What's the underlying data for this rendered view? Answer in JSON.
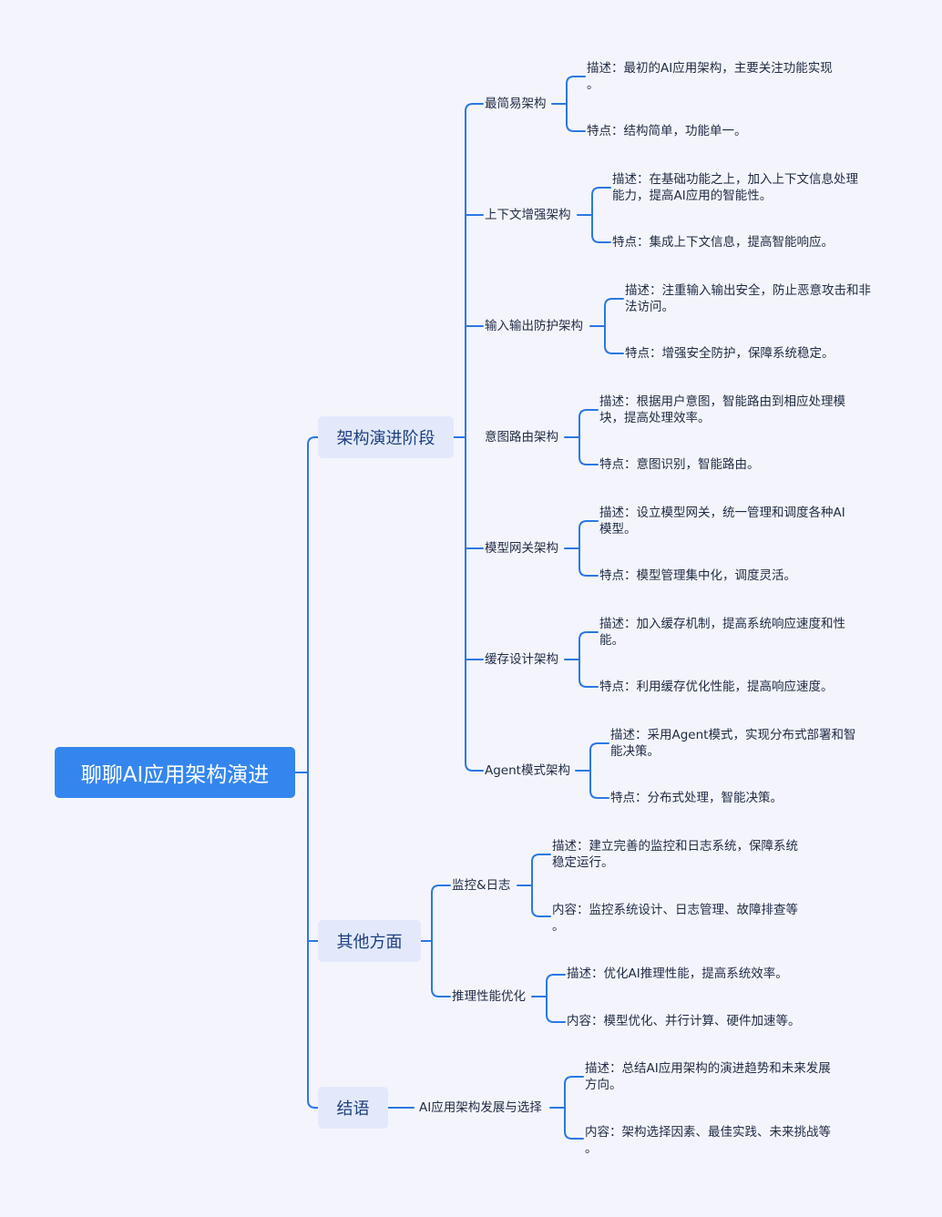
{
  "root": "聊聊AI应用架构演进",
  "branches": [
    {
      "label": "架构演进阶段",
      "children": [
        {
          "label": "最简易架构",
          "leaves": [
            "描述：最初的AI应用架构，主要关注功能实现\n。",
            "特点：结构简单，功能单一。"
          ]
        },
        {
          "label": "上下文增强架构",
          "leaves": [
            "描述：在基础功能之上，加入上下文信息处理\n能力，提高AI应用的智能性。",
            "特点：集成上下文信息，提高智能响应。"
          ]
        },
        {
          "label": "输入输出防护架构",
          "leaves": [
            "描述：注重输入输出安全，防止恶意攻击和非\n法访问。",
            "特点：增强安全防护，保障系统稳定。"
          ]
        },
        {
          "label": "意图路由架构",
          "leaves": [
            "描述：根据用户意图，智能路由到相应处理模\n块，提高处理效率。",
            "特点：意图识别，智能路由。"
          ]
        },
        {
          "label": "模型网关架构",
          "leaves": [
            "描述：设立模型网关，统一管理和调度各种AI\n模型。",
            "特点：模型管理集中化，调度灵活。"
          ]
        },
        {
          "label": "缓存设计架构",
          "leaves": [
            "描述：加入缓存机制，提高系统响应速度和性\n能。",
            "特点：利用缓存优化性能，提高响应速度。"
          ]
        },
        {
          "label": "Agent模式架构",
          "leaves": [
            "描述：采用Agent模式，实现分布式部署和智\n能决策。",
            "特点：分布式处理，智能决策。"
          ]
        }
      ]
    },
    {
      "label": "其他方面",
      "children": [
        {
          "label": "监控&日志",
          "leaves": [
            "描述：建立完善的监控和日志系统，保障系统\n稳定运行。",
            "内容：监控系统设计、日志管理、故障排查等\n。"
          ]
        },
        {
          "label": "推理性能优化",
          "leaves": [
            "描述：优化AI推理性能，提高系统效率。",
            "内容：模型优化、并行计算、硬件加速等。"
          ]
        }
      ]
    },
    {
      "label": "结语",
      "children": [
        {
          "label": "AI应用架构发展与选择",
          "leaves": [
            "描述：总结AI应用架构的演进趋势和未来发展\n方向。",
            "内容：架构选择因素、最佳实践、未来挑战等\n。"
          ]
        }
      ]
    }
  ],
  "colors": {
    "line": "#2b78e4",
    "root_bg": "#3486ee",
    "branch_bg": "#e3e9fb",
    "background": "#f4f5fc"
  }
}
